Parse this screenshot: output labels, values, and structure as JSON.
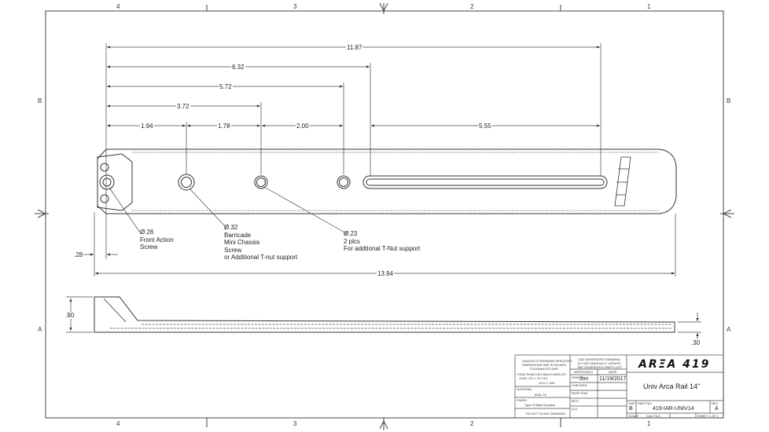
{
  "zones": {
    "top": [
      "4",
      "3",
      "2",
      "1"
    ],
    "bottom": [
      "4",
      "3",
      "2",
      "1"
    ],
    "left": [
      "B",
      "A"
    ],
    "right": [
      "B",
      "A"
    ]
  },
  "dimensions": {
    "d_11_87": "11.87",
    "d_6_32": "6.32",
    "d_5_72": "5.72",
    "d_3_72": "3.72",
    "d_1_94": "1.94",
    "d_1_78": "1.78",
    "d_2_00": "2.00",
    "d_5_55": "5.55",
    "d_0_28": ".28",
    "d_13_94": "13.94",
    "d_0_90": ".90",
    "d_0_30": ".30"
  },
  "callouts": {
    "front_screw": "Ø.26\nFront Action\nScrew",
    "barricade": "Ø.32\nBarricade\nMini Chassis\nScrew\nor Additional T-nut support",
    "tnut": "Ø.23\n2 plcs\nFor addtional T-Nut support"
  },
  "title_block": {
    "tolerance_note": "UNLESS OTHERWISE SPECIFIED\nDIMENSIONS ARE IN INCHES\nTOLERANCES ARE:",
    "tolerance_header": "FRACTIONS  DECIMALS  ANGLES",
    "tolerance_values": "±1/64      .XX ± .01    ±1/2",
    "tolerance_values2": ".XXX ± .005",
    "cad_note": "CAD GENERATED DRAWING\nDO NOT MANUALLY UPDATE\nSEE GENERATED PARTS LIST",
    "approvals_label": "APPROVALS",
    "date_label": "DATE",
    "drawn_label": "DRAWN",
    "drawn_by": "Jon",
    "drawn_date": "11/19/2017",
    "checked_label": "CHECKED",
    "resp_eng_label": "RESP ENG",
    "mfg_label": "MFG",
    "qa_label": "Q.A.",
    "material_label": "MATERIAL",
    "material": "6061-T6",
    "finish_label": "FINISH",
    "finish": "Type III Black Anodize",
    "scale_note": "DO NOT SCALE DRAWING",
    "brand": "ARΞA 419",
    "title": "Univ Arca Rail 14\"",
    "size_label": "SIZE",
    "size": "B",
    "part_no_label": "PART NO.",
    "part_no": "419-IAR-UNIV14",
    "rev_label": "REV",
    "rev": "A",
    "scale_label": "SCALE",
    "cad_file_label": "CAD FILE",
    "sheet_label": "SHEET  1  OF  1"
  },
  "colors": {
    "line": "#333333",
    "thin": "#555555"
  }
}
